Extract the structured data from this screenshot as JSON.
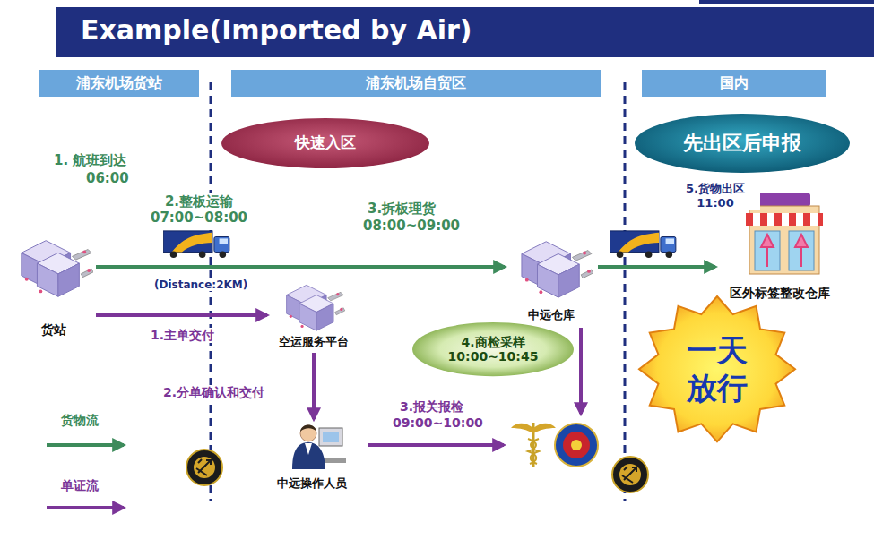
{
  "diagram": {
    "title": "Example(Imported by Air)",
    "nodes": [
      {
        "text": [
          "浦东机场货站"
        ]
      },
      {
        "text": [
          "浦东机场自贸区"
        ]
      },
      {
        "text": [
          "国内"
        ]
      },
      {
        "text": [
          "快速入区"
        ]
      },
      {
        "text": [
          "先出区后申报"
        ]
      },
      {
        "text": [
          "货站"
        ]
      },
      {
        "text": [
          "空运服务平台"
        ]
      },
      {
        "text": [
          "中远仓库"
        ]
      },
      {
        "text": [
          "区外标签整改仓库"
        ]
      },
      {
        "text": [
          "4.商检采样",
          "10:00~10:45"
        ]
      },
      {
        "text": [
          "一天 放行"
        ]
      },
      {
        "text": [
          "中远操作人员"
        ]
      }
    ],
    "edges": [
      {
        "from": 5,
        "to": 7,
        "arrow": "to",
        "label": "2.整板运输 07:00~08:00"
      },
      {
        "from": 7,
        "to": 8,
        "arrow": "to",
        "label": "5.货物出区 11:00"
      },
      {
        "from": 5,
        "to": 6,
        "arrow": "to",
        "label": "1.主单交付"
      },
      {
        "from": 6,
        "to": 11,
        "arrow": "to",
        "label": "2.分单确认和交付"
      }
    ],
    "labels": [
      "1. 航班到达",
      "06:00",
      "(Distance:2KM)",
      "3.拆板理货",
      "08:00~09:00",
      "3.报关报检",
      "09:00~10:00"
    ],
    "legend": [
      {
        "text": "货物流"
      },
      {
        "text": "单证流"
      }
    ]
  }
}
